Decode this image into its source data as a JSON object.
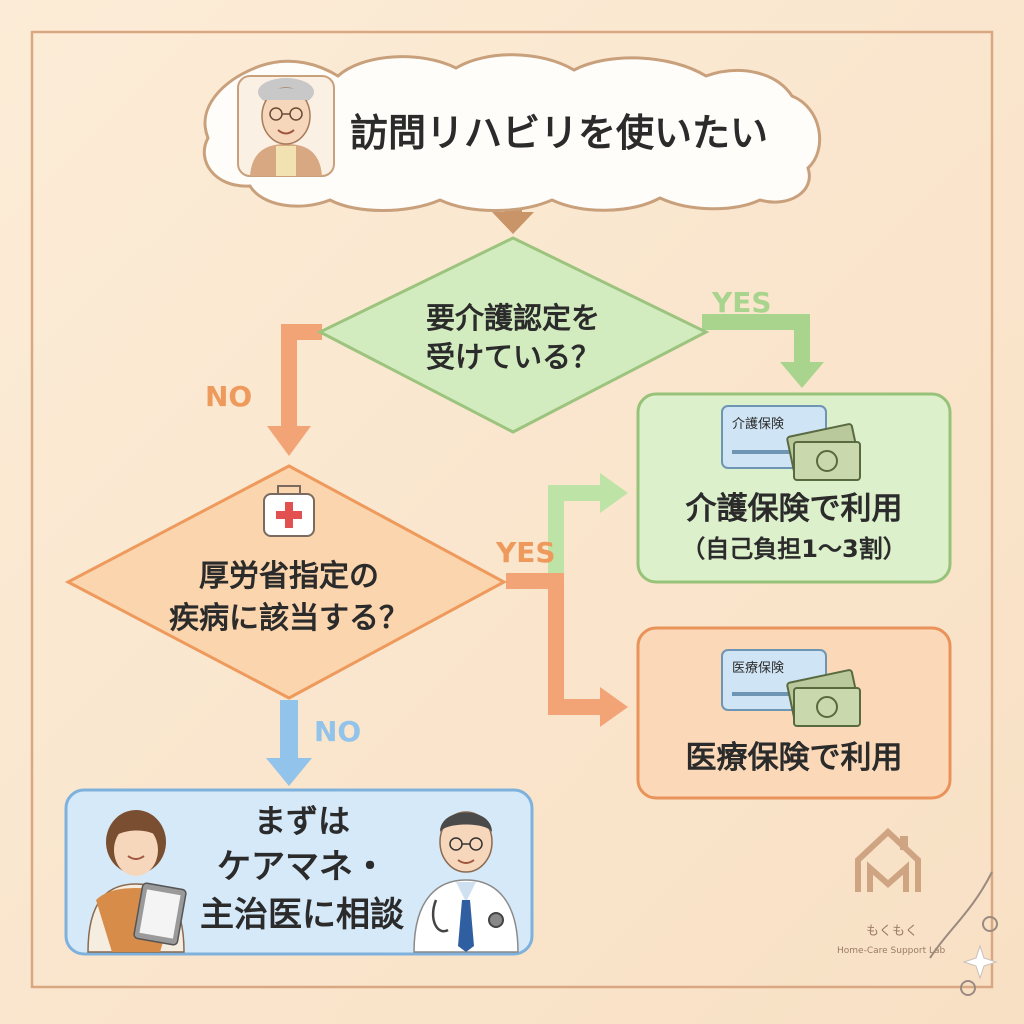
{
  "start": {
    "text": "訪問リハビリを使いたい"
  },
  "decision1": {
    "line1": "要介護認定を",
    "line2": "受けている？"
  },
  "decision2": {
    "line1": "厚労省指定の",
    "line2": "疾病に該当する？"
  },
  "labels": {
    "yes": "YES",
    "no": "NO"
  },
  "result_kaigo": {
    "card_label": "介護保険",
    "title": "介護保険で利用",
    "subtitle": "（自己負担1～3割）"
  },
  "result_iryo": {
    "card_label": "医療保険",
    "title": "医療保険で利用"
  },
  "consult": {
    "line1": "まずは",
    "line2": "ケアマネ・",
    "line3": "主治医に相談"
  },
  "logo": {
    "name": "もくもく",
    "tagline": "Home-Care Support Lab"
  },
  "colors": {
    "frame": "#d9a882",
    "diamond_green": "#d3ecbf",
    "diamond_green_border": "#9cc47e",
    "diamond_orange": "#fbd5ad",
    "diamond_orange_border": "#ef9a5d",
    "box_green": "#ddf0cc",
    "box_green_border": "#98c27a",
    "box_orange": "#fbd9b8",
    "box_orange_border": "#e9935a",
    "box_blue": "#d5e9f8",
    "box_blue_border": "#7eb2dd",
    "arrow_brown": "#c99468",
    "arrow_green": "#a9d48e",
    "arrow_orange": "#f2a476",
    "arrow_blue": "#92c3ea",
    "text_dark": "#2b2b2b"
  }
}
